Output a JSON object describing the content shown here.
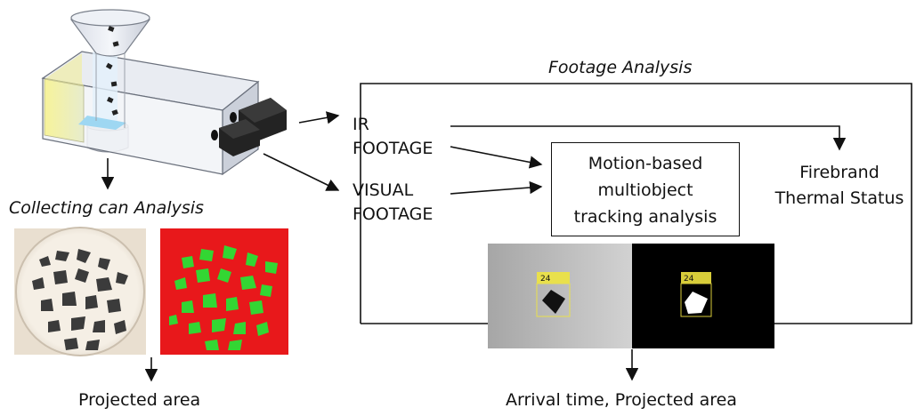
{
  "title": "Footage Analysis",
  "left_title": "Collecting can Analysis",
  "ir_label": [
    "IR",
    "FOOTAGE"
  ],
  "visual_label": [
    "VISUAL",
    "FOOTAGE"
  ],
  "tracking_box": [
    "Motion-based",
    "multiobject",
    "tracking analysis"
  ],
  "thermal_label": [
    "Firebrand",
    "Thermal Status"
  ],
  "left_output": "Projected area",
  "bottom_output": "Arrival time, Projected area",
  "track_id_left": "24",
  "track_id_right": "24",
  "colors": {
    "line": "#111111",
    "mask_red": "#e8181b",
    "mask_green": "#33d633",
    "tracking_yellow": "#e9e04c",
    "ir_background": "#000000",
    "tray_background": "#efe7db"
  }
}
